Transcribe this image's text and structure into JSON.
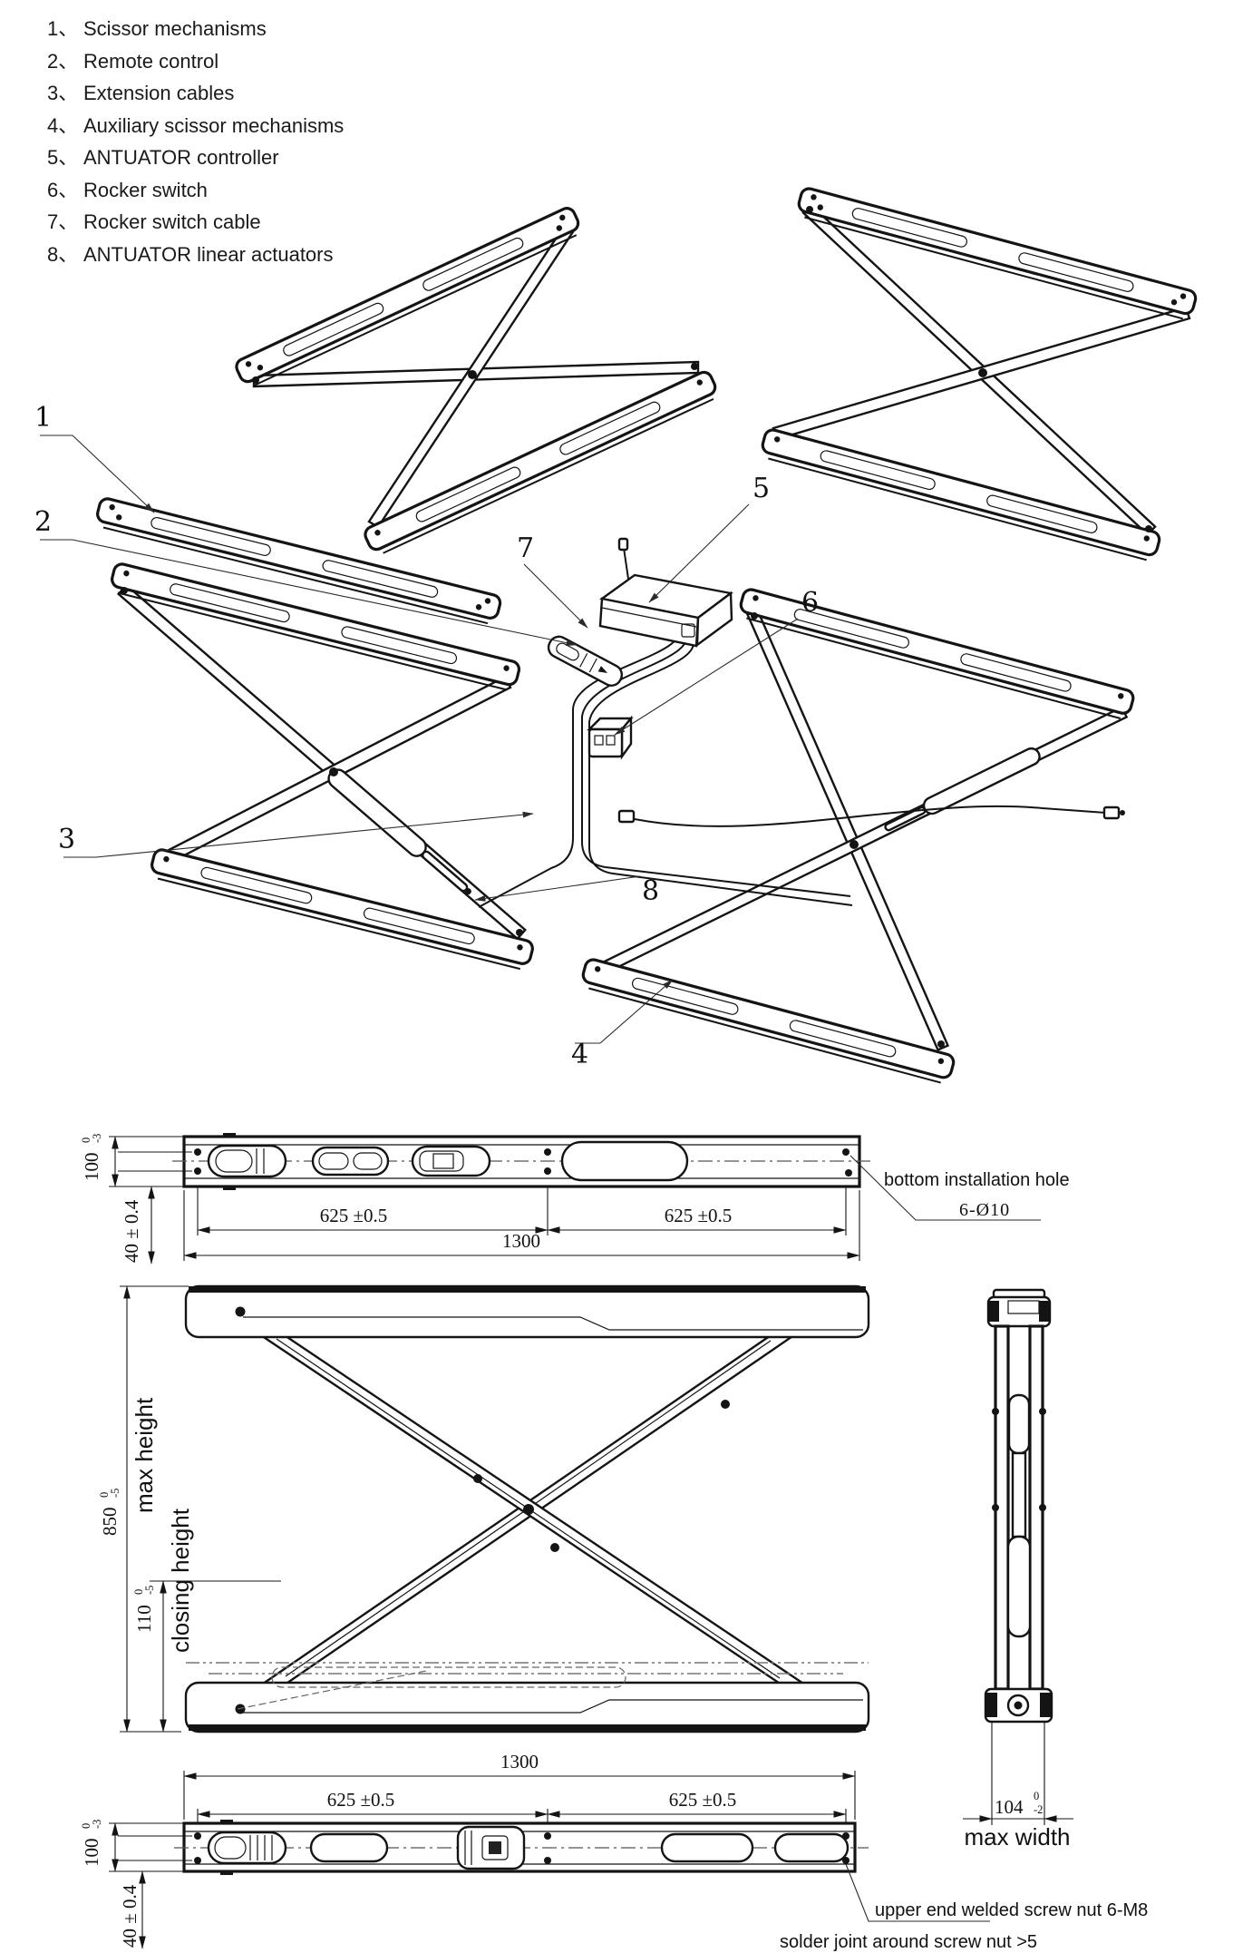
{
  "parts_list": [
    {
      "num": "1、",
      "label": "Scissor mechanisms"
    },
    {
      "num": "2、",
      "label": "Remote control"
    },
    {
      "num": "3、",
      "label": "Extension cables"
    },
    {
      "num": "4、",
      "label": "Auxiliary scissor mechanisms"
    },
    {
      "num": "5、",
      "label": "ANTUATOR controller"
    },
    {
      "num": "6、",
      "label": "Rocker switch"
    },
    {
      "num": "7、",
      "label": "Rocker switch cable"
    },
    {
      "num": "8、",
      "label": "ANTUATOR linear actuators"
    }
  ],
  "callouts": {
    "c1": "1",
    "c2": "2",
    "c3": "3",
    "c4": "4",
    "c5": "5",
    "c6": "6",
    "c7": "7",
    "c8": "8"
  },
  "top_view": {
    "height_value": "100",
    "height_tol_up": "0",
    "height_tol_low": "-3",
    "edge_dim": "40 ± 0.4",
    "span_left": "625 ±0.5",
    "span_right": "625 ±0.5",
    "total": "1300",
    "hole_note": "bottom installation hole",
    "hole_spec": "6-Ø10"
  },
  "front_view": {
    "max_value": "850",
    "max_tol_up": "0",
    "max_tol_low": "-5",
    "max_label": "max height",
    "close_value": "110",
    "close_tol_up": "0",
    "close_tol_low": "-5",
    "close_label": "closing height"
  },
  "side_view": {
    "width_value": "104",
    "width_tol_up": "0",
    "width_tol_low": "-2",
    "width_label": "max width"
  },
  "bottom_view": {
    "total": "1300",
    "span_left": "625 ±0.5",
    "span_right": "625 ±0.5",
    "height_value": "100",
    "height_tol_up": "0",
    "height_tol_low": "-3",
    "edge_dim": "40 ± 0.4",
    "note_weld": "upper end welded screw nut 6-M8",
    "note_solder": "solder joint around screw nut >5"
  },
  "colors": {
    "line": "#141414",
    "phantom": "#777",
    "background": "#ffffff"
  }
}
